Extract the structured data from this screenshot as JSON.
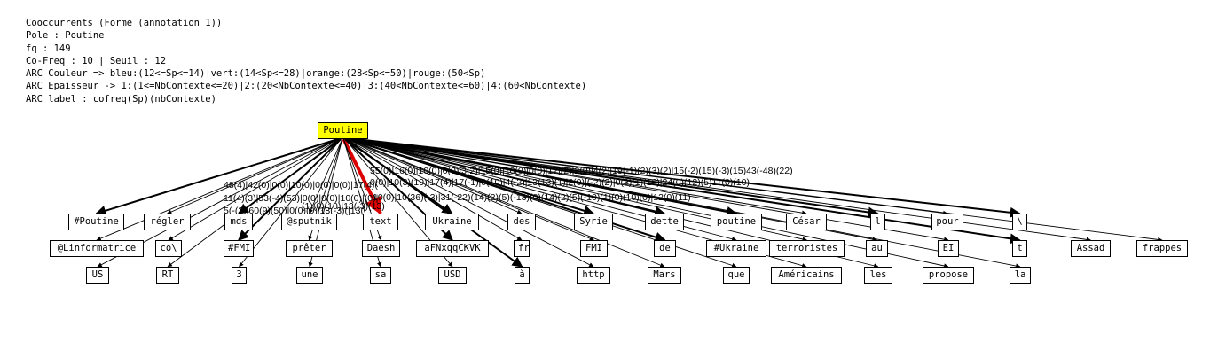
{
  "header": {
    "lines": [
      "Cooccurrents (Forme (annotation 1))",
      "Pole : Poutine",
      "fq : 149",
      "Co-Freq : 10 | Seuil : 12",
      "ARC Couleur => bleu:(12<=Sp<=14)|vert:(14<Sp<=28)|orange:(28<Sp<=50)|rouge:(50<Sp)",
      "ARC Epaisseur -> 1:(1<=NbContexte<=20)|2:(20<NbContexte<=40)|3:(40<NbContexte<=60)|4:(60<NbContexte)",
      "ARC label : cofreq(Sp)(nbContexte)"
    ]
  },
  "pole": {
    "label": "Poutine",
    "color": "#ffff00"
  },
  "nodes": [
    {
      "label": "#Poutine"
    },
    {
      "label": "régler"
    },
    {
      "label": "mds"
    },
    {
      "label": "@sputnik"
    },
    {
      "label": "text"
    },
    {
      "label": "Ukraine"
    },
    {
      "label": "des"
    },
    {
      "label": "Syrie"
    },
    {
      "label": "dette"
    },
    {
      "label": "poutine"
    },
    {
      "label": "César"
    },
    {
      "label": "l"
    },
    {
      "label": "pour"
    },
    {
      "label": "\\"
    },
    {
      "label": "@Linformatrice"
    },
    {
      "label": "co\\"
    },
    {
      "label": "#FMI"
    },
    {
      "label": "prêter"
    },
    {
      "label": "Daesh"
    },
    {
      "label": "aFNxqqCKVK"
    },
    {
      "label": "fr"
    },
    {
      "label": "FMI"
    },
    {
      "label": "de"
    },
    {
      "label": "#Ukraine"
    },
    {
      "label": "terroristes"
    },
    {
      "label": "au"
    },
    {
      "label": "EI"
    },
    {
      "label": "t"
    },
    {
      "label": "Assad"
    },
    {
      "label": "frappes"
    },
    {
      "label": "US"
    },
    {
      "label": "RT"
    },
    {
      "label": "3"
    },
    {
      "label": "une"
    },
    {
      "label": "sa"
    },
    {
      "label": "USD"
    },
    {
      "label": "à"
    },
    {
      "label": "http"
    },
    {
      "label": "Mars"
    },
    {
      "label": "que"
    },
    {
      "label": "Américains"
    },
    {
      "label": "les"
    },
    {
      "label": "propose"
    },
    {
      "label": "la"
    }
  ],
  "edge_labels": [
    "48(4)|42(0)|0(0)|10(0)|0(0)|0(0)|17(4)(",
    "11(4)(3)|53(-4)(53)|0(0)|0(0)|10(0)|(0)|",
    "5(-(3)|60(9)(50)|0(0)(0)|13(-3)(|13(",
    "55(0)|16(0)|10(0)|0(0)|3(2)|15(0)|10(0)|0(0)|12|(2)|2(0)|4(2)|19(-1)(2)(3)(2)|15(-2)(15)(-3)(15)43(-48)(22)",
    "0(0)|10(3)(19)|17(4)|17(-1)|0(10)|4(-2)|13(13)(1)|2(0)|(-2)(2)|0(3)(1)(16)|24(0)(12)(5)11(0)(10)",
    "10(0)|10(36)(-3)|31(-22)(14)(2)(5)(-13)(0)(14)(2)(5)(-10)(1)(0)(10)(0)|12(0)(11)",
    "(1)(0)(10)|13(-3)(13)"
  ],
  "colors": {
    "arc_black": "#000000",
    "arc_red": "#dd0000",
    "pole_fill": "#ffff00"
  }
}
